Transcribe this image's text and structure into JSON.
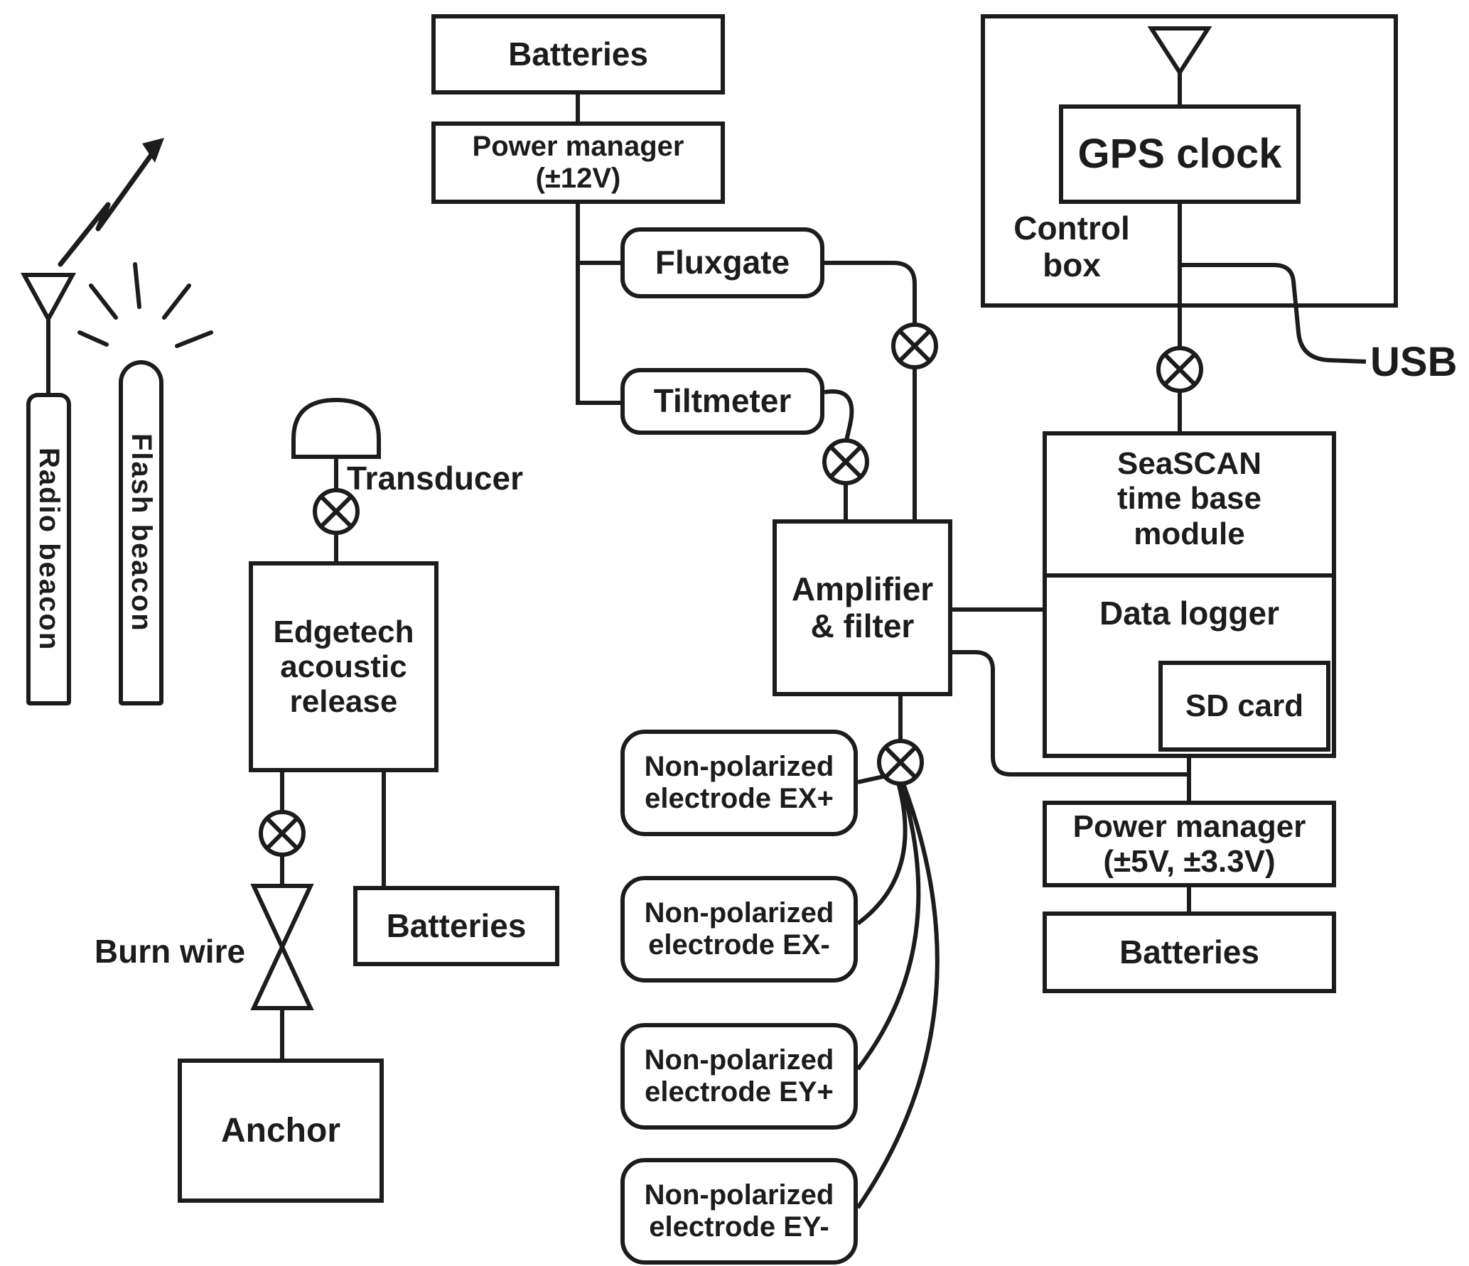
{
  "figure": {
    "background": "#ffffff",
    "ink": "#1c1c1c"
  },
  "mooring": {
    "radio_beacon_label": "Radio beacon",
    "flash_beacon_label": "Flash beacon",
    "transducer_label": "Transducer",
    "acoustic_release": [
      "Edgetech",
      "acoustic",
      "release"
    ],
    "batteries_label": "Batteries",
    "burn_wire_label": "Burn wire",
    "anchor_label": "Anchor"
  },
  "sensors": {
    "batteries_label": "Batteries",
    "power_manager": [
      "Power manager",
      "(±12V)"
    ],
    "fluxgate_label": "Fluxgate",
    "tiltmeter_label": "Tiltmeter",
    "amplifier": [
      "Amplifier",
      "& filter"
    ],
    "electrodes": [
      [
        "Non-polarized",
        "electrode EX+"
      ],
      [
        "Non-polarized",
        "electrode EX-"
      ],
      [
        "Non-polarized",
        "electrode EY+"
      ],
      [
        "Non-polarized",
        "electrode EY-"
      ]
    ]
  },
  "recorder": {
    "control_box": [
      "Control",
      "box"
    ],
    "gps_clock_label": "GPS clock",
    "usb_label": "USB",
    "timebase": [
      "SeaSCAN",
      "time base",
      "module"
    ],
    "data_logger_label": "Data logger",
    "sd_card_label": "SD card",
    "power_manager": [
      "Power manager",
      "(±5V, ±3.3V)"
    ],
    "batteries_label": "Batteries"
  }
}
